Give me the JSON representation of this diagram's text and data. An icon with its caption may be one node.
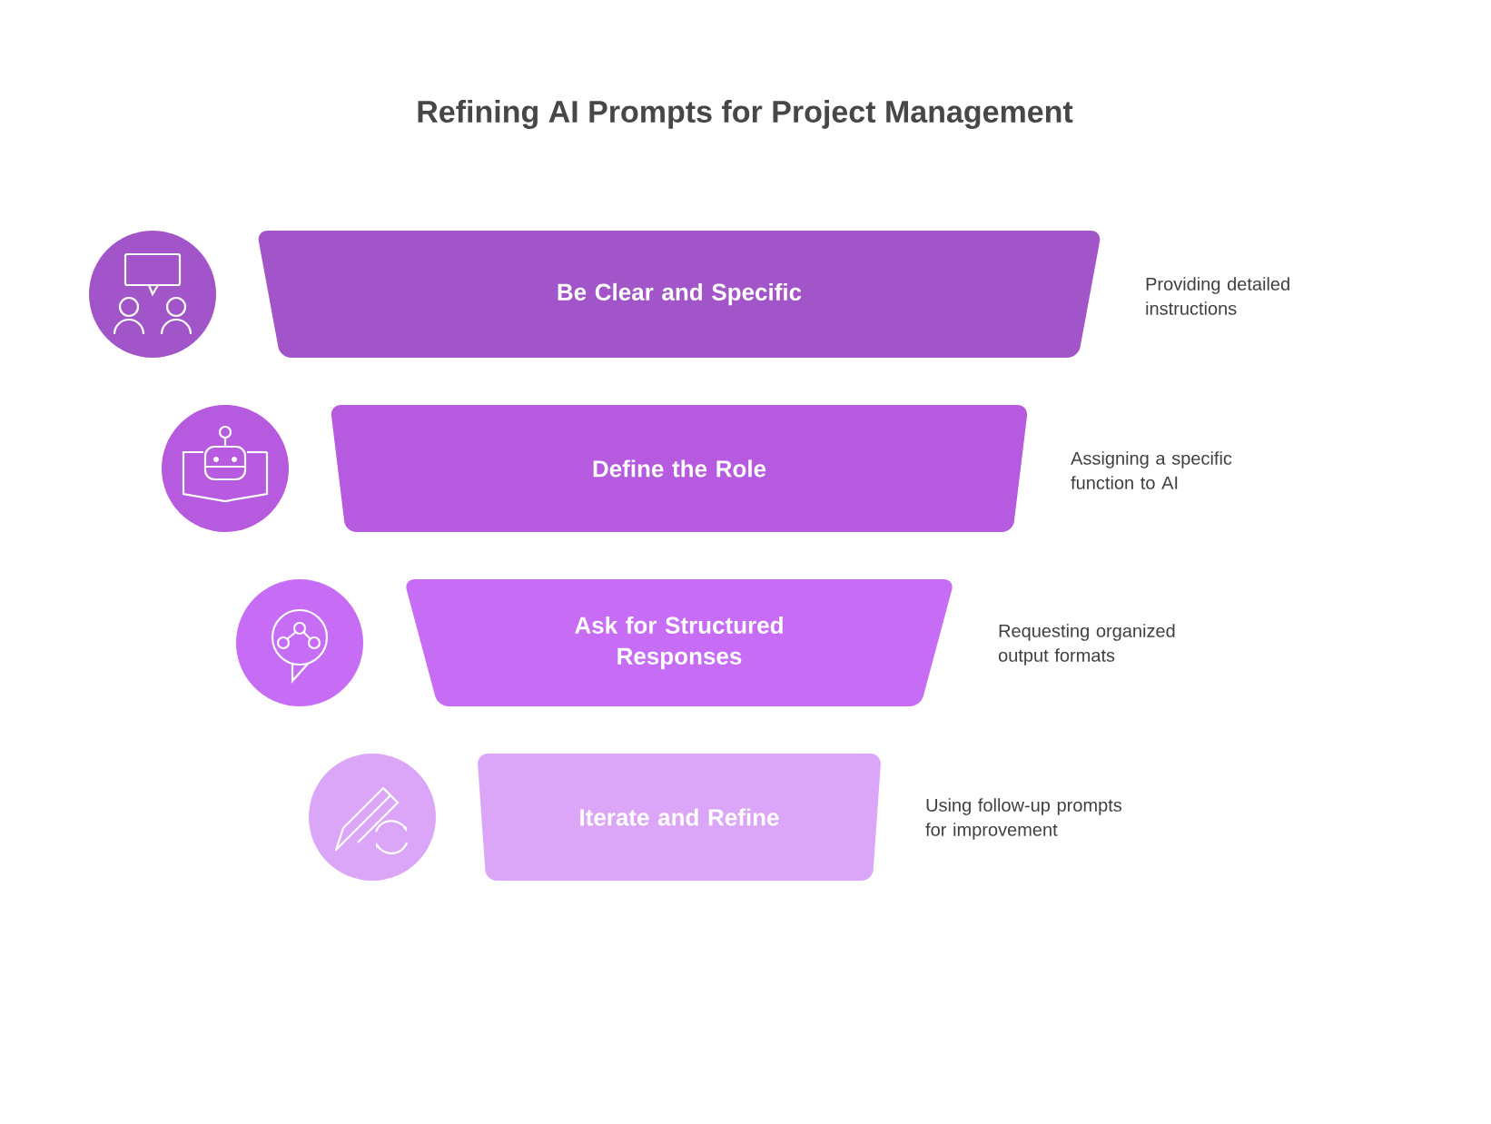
{
  "diagram": {
    "title": "Refining AI Prompts for Project Management",
    "nodes": [
      {
        "text": [
          "Be Clear and Specific"
        ],
        "beside": [
          "Providing detailed instructions"
        ]
      },
      {
        "text": [
          "Define the Role"
        ],
        "beside": [
          "Assigning a specific function to AI"
        ]
      },
      {
        "text": [
          "Ask for Structured Responses"
        ],
        "beside": [
          "Requesting organized output formats"
        ]
      },
      {
        "text": [
          "Iterate and Refine"
        ],
        "beside": [
          "Using follow-up prompts for improvement"
        ]
      }
    ]
  }
}
